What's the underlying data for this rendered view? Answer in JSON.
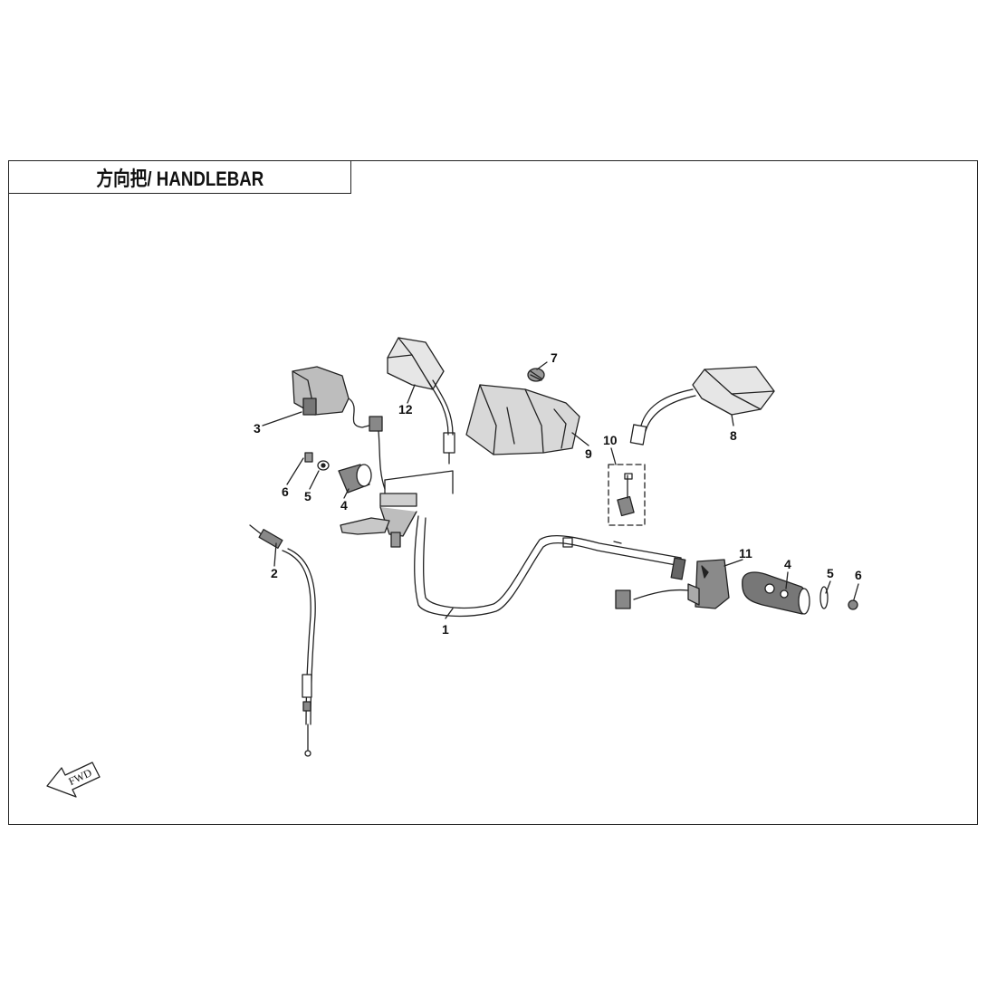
{
  "diagram": {
    "title": "方向把/ HANDLEBAR",
    "fwd_label": "FWD",
    "callouts": [
      {
        "id": "c1",
        "label": "1"
      },
      {
        "id": "c2",
        "label": "2"
      },
      {
        "id": "c3",
        "label": "3"
      },
      {
        "id": "c4a",
        "label": "4"
      },
      {
        "id": "c5a",
        "label": "5"
      },
      {
        "id": "c6a",
        "label": "6"
      },
      {
        "id": "c7",
        "label": "7"
      },
      {
        "id": "c8",
        "label": "8"
      },
      {
        "id": "c9",
        "label": "9"
      },
      {
        "id": "c10",
        "label": "10"
      },
      {
        "id": "c11",
        "label": "11"
      },
      {
        "id": "c4b",
        "label": "4"
      },
      {
        "id": "c5b",
        "label": "5"
      },
      {
        "id": "c6b",
        "label": "6"
      },
      {
        "id": "c12",
        "label": "12"
      }
    ]
  }
}
